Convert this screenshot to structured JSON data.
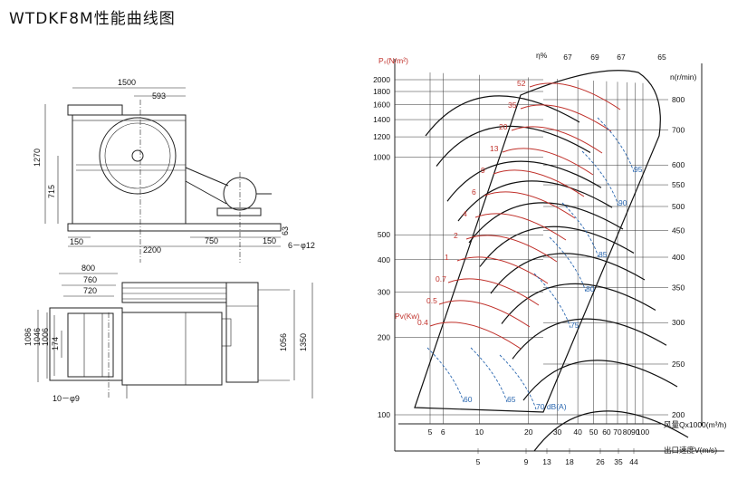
{
  "title": "WTDKF8M性能曲线图",
  "drawing": {
    "side_dims": [
      "1500",
      "593",
      "1270",
      "715",
      "150",
      "2200",
      "750",
      "150",
      "63",
      "6－φ12"
    ],
    "plan_dims": [
      "800",
      "760",
      "720",
      "1086",
      "1046",
      "1006",
      "174",
      "1056",
      "1350",
      "10－φ9"
    ]
  },
  "chart_data": {
    "type": "line",
    "title": "",
    "axes": {
      "pressure_label": "Pₛ(N/m²)",
      "pressure_ticks": [
        "2000",
        "1800",
        "1600",
        "1400",
        "1200",
        "1000",
        "500",
        "400",
        "300",
        "200",
        "100"
      ],
      "power_label": "Pv(Kw)",
      "speed_label": "n(r/min)",
      "speed_ticks": [
        "800",
        "700",
        "600",
        "550",
        "500",
        "450",
        "400",
        "350",
        "300",
        "250",
        "200"
      ],
      "eff_label": "η%",
      "eff_ticks": [
        "67",
        "69",
        "67",
        "65"
      ],
      "flow_label": "风量Qx1000(m³/h)",
      "flow_ticks": [
        "5",
        "6",
        "10",
        "20",
        "30",
        "40",
        "50",
        "60",
        "70",
        "80",
        "90",
        "100"
      ],
      "velocity_label": "出口速度V(m/s)",
      "velocity_ticks": [
        "5",
        "9",
        "13",
        "18",
        "26",
        "35",
        "44"
      ]
    },
    "power_labels": [
      "0.4",
      "0.5",
      "0.7",
      "1",
      "2",
      "4",
      "6",
      "9",
      "13",
      "20",
      "35",
      "52"
    ],
    "noise_labels": [
      "60",
      "65",
      "70 dB(A)",
      "75",
      "80",
      "85",
      "90",
      "95"
    ],
    "pressure_values": [
      2000,
      1800,
      1600,
      1400,
      1200,
      1000,
      500,
      400,
      300,
      200,
      100
    ],
    "speed_values": [
      800,
      700,
      600,
      550,
      500,
      450,
      400,
      350,
      300,
      250,
      200
    ],
    "flow_values": [
      5,
      6,
      10,
      20,
      30,
      40,
      50,
      60,
      70,
      80,
      90,
      100
    ]
  }
}
